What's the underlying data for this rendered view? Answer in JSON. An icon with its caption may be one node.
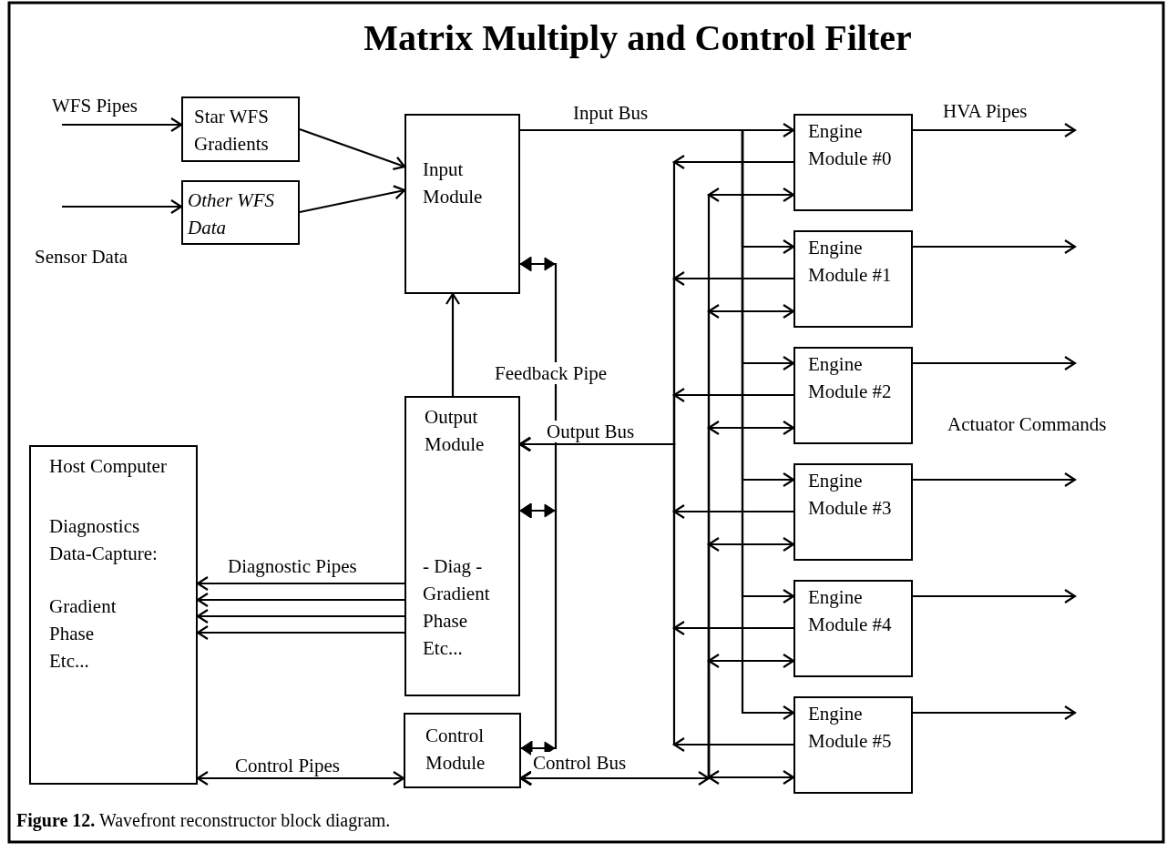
{
  "diagram": {
    "title": "Matrix Multiply and Control Filter",
    "caption": "**Figure 12.** Wavefront reconstructor block diagram.",
    "nodes": [
      {
        "text": [
          "Star WFS Gradients"
        ]
      },
      {
        "text": [
          "Other WFS Data"
        ]
      },
      {
        "text": [
          "Input Module"
        ]
      },
      {
        "text": [
          "Output Module",
          "- Diag - Gradient Phase Etc..."
        ]
      },
      {
        "text": [
          "Host Computer",
          "Diagnostics Data-Capture:",
          "Gradient Phase Etc..."
        ]
      },
      {
        "text": [
          "Control Module"
        ]
      },
      {
        "text": [
          "Engine Module #0"
        ]
      },
      {
        "text": [
          "Engine Module #1"
        ]
      },
      {
        "text": [
          "Engine Module #2"
        ]
      },
      {
        "text": [
          "Engine Module #3"
        ]
      },
      {
        "text": [
          "Engine Module #4"
        ]
      },
      {
        "text": [
          "Engine Module #5"
        ]
      }
    ],
    "edges": [
      {
        "from": null,
        "to": 0,
        "arrow": "to",
        "label": "WFS Pipes"
      },
      {
        "from": null,
        "to": 1,
        "arrow": "to",
        "label": "Sensor Data"
      },
      {
        "from": 0,
        "to": 2,
        "arrow": "to"
      },
      {
        "from": 1,
        "to": 2,
        "arrow": "to"
      },
      {
        "from": 3,
        "to": 2,
        "arrow": "to"
      },
      {
        "from": 2,
        "to": 6,
        "arrow": "to",
        "label": "Input Bus"
      },
      {
        "from": 2,
        "to": 7,
        "arrow": "to"
      },
      {
        "from": 2,
        "to": 8,
        "arrow": "to"
      },
      {
        "from": 2,
        "to": 9,
        "arrow": "to"
      },
      {
        "from": 2,
        "to": 10,
        "arrow": "to"
      },
      {
        "from": 2,
        "to": 11,
        "arrow": "to"
      },
      {
        "from": 6,
        "to": 3,
        "arrow": "to"
      },
      {
        "from": 7,
        "to": 3,
        "arrow": "to"
      },
      {
        "from": 8,
        "to": 3,
        "arrow": "to",
        "label": "Output Bus"
      },
      {
        "from": 9,
        "to": 3,
        "arrow": "to"
      },
      {
        "from": 10,
        "to": 3,
        "arrow": "to"
      },
      {
        "from": 11,
        "to": 3,
        "arrow": "to"
      },
      {
        "from": 5,
        "to": 6,
        "arrow": "both"
      },
      {
        "from": 5,
        "to": 7,
        "arrow": "both"
      },
      {
        "from": 5,
        "to": 8,
        "arrow": "both"
      },
      {
        "from": 5,
        "to": 9,
        "arrow": "both"
      },
      {
        "from": 5,
        "to": 10,
        "arrow": "both"
      },
      {
        "from": 5,
        "to": 11,
        "arrow": "both",
        "label": "Control Bus"
      },
      {
        "from": 6,
        "to": null,
        "arrow": "to",
        "label": "HVA Pipes"
      },
      {
        "from": 7,
        "to": null,
        "arrow": "to"
      },
      {
        "from": 8,
        "to": null,
        "arrow": "to"
      },
      {
        "from": 9,
        "to": null,
        "arrow": "to"
      },
      {
        "from": 10,
        "to": null,
        "arrow": "to"
      },
      {
        "from": 11,
        "to": null,
        "arrow": "to"
      },
      {
        "from": 3,
        "to": 4,
        "arrow": "to",
        "label": "Diagnostic Pipes"
      },
      {
        "from": 3,
        "to": 4,
        "arrow": "to"
      },
      {
        "from": 3,
        "to": 4,
        "arrow": "to"
      },
      {
        "from": 3,
        "to": 4,
        "arrow": "to"
      },
      {
        "from": 4,
        "to": 5,
        "arrow": "both",
        "label": "Control Pipes"
      },
      {
        "from": 2,
        "to": 3,
        "arrow": "both",
        "label": "Feedback Pipe"
      },
      {
        "from": 3,
        "to": 5,
        "arrow": "both"
      }
    ],
    "labels": [
      "Actuator Commands"
    ]
  }
}
